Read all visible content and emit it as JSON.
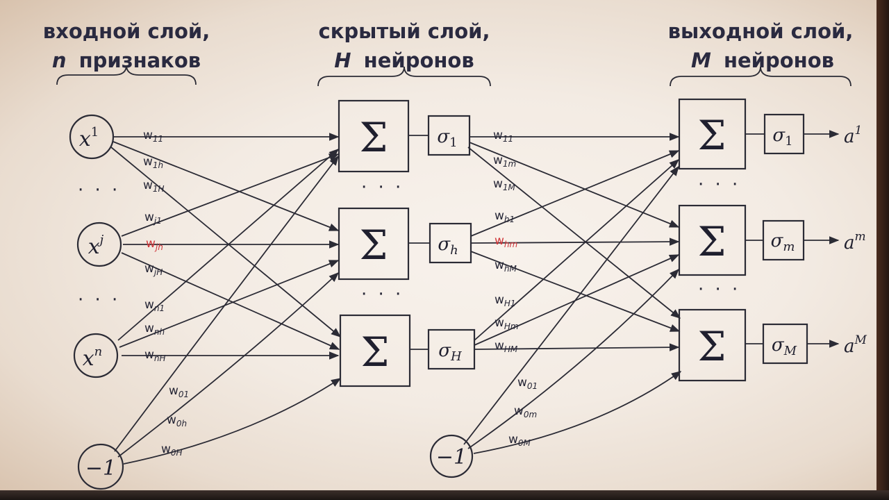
{
  "headers": {
    "input": {
      "line1": "входной слой,",
      "line2_var": "n",
      "line2_text": "признаков"
    },
    "hidden": {
      "line1": "скрытый слой,",
      "line2_var": "H",
      "line2_text": "нейронов"
    },
    "output": {
      "line1": "выходной слой,",
      "line2_var": "M",
      "line2_text": "нейронов"
    }
  },
  "inputs": [
    {
      "base": "x",
      "sup": "1"
    },
    {
      "base": "x",
      "sup": "j"
    },
    {
      "base": "x",
      "sup": "n"
    }
  ],
  "bias_label": "−1",
  "ellipsis": "· · ·",
  "sum_symbol": "Σ",
  "hidden_activations": [
    {
      "base": "σ",
      "sub": "1"
    },
    {
      "base": "σ",
      "sub": "h"
    },
    {
      "base": "σ",
      "sub": "H"
    }
  ],
  "output_activations": [
    {
      "base": "σ",
      "sub": "1"
    },
    {
      "base": "σ",
      "sub": "m"
    },
    {
      "base": "σ",
      "sub": "M"
    }
  ],
  "outputs": [
    {
      "base": "a",
      "sup": "1"
    },
    {
      "base": "a",
      "sup": "m"
    },
    {
      "base": "a",
      "sup": "M"
    }
  ],
  "weights_layer1": [
    {
      "base": "w",
      "sub": "11"
    },
    {
      "base": "w",
      "sub": "1h"
    },
    {
      "base": "w",
      "sub": "1H"
    },
    {
      "base": "w",
      "sub": "j1"
    },
    {
      "base": "w",
      "sub": "jh"
    },
    {
      "base": "w",
      "sub": "jH"
    },
    {
      "base": "w",
      "sub": "n1"
    },
    {
      "base": "w",
      "sub": "nh"
    },
    {
      "base": "w",
      "sub": "nH"
    },
    {
      "base": "w",
      "sub": "01"
    },
    {
      "base": "w",
      "sub": "0h"
    },
    {
      "base": "w",
      "sub": "0H"
    }
  ],
  "weights_layer2": [
    {
      "base": "w",
      "sub": "11"
    },
    {
      "base": "w",
      "sub": "1m"
    },
    {
      "base": "w",
      "sub": "1M"
    },
    {
      "base": "w",
      "sub": "h1"
    },
    {
      "base": "w",
      "sub": "hm"
    },
    {
      "base": "w",
      "sub": "hM"
    },
    {
      "base": "w",
      "sub": "H1"
    },
    {
      "base": "w",
      "sub": "Hm"
    },
    {
      "base": "w",
      "sub": "HM"
    },
    {
      "base": "w",
      "sub": "01"
    },
    {
      "base": "w",
      "sub": "0m"
    },
    {
      "base": "w",
      "sub": "0M"
    }
  ],
  "colors": {
    "highlight": "#d0363a",
    "ink": "#2b2b35",
    "header": "#2a2a40"
  }
}
